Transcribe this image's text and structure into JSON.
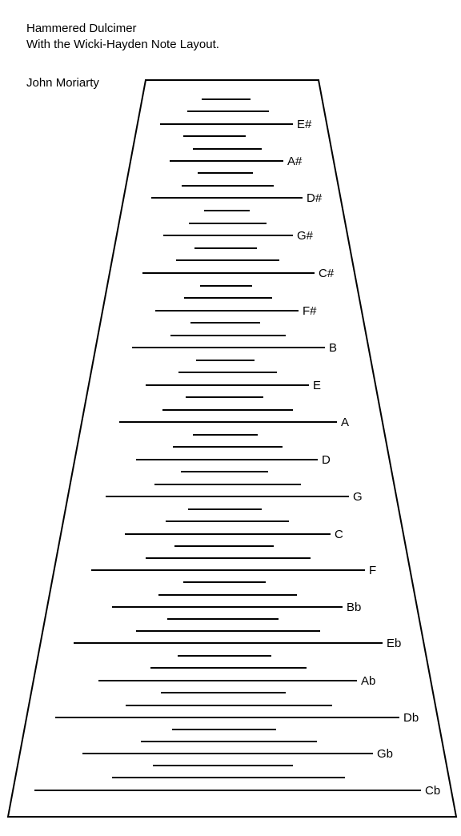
{
  "header": {
    "title": "Hammered Dulcimer",
    "subtitle": "With the Wicki-Hayden Note Layout.",
    "author": "John Moriarty"
  },
  "colors": {
    "line": "#000000",
    "background": "#ffffff"
  },
  "courses": [
    {
      "label": ""
    },
    {
      "label": ""
    },
    {
      "label": "E#"
    },
    {
      "label": ""
    },
    {
      "label": ""
    },
    {
      "label": "A#"
    },
    {
      "label": ""
    },
    {
      "label": ""
    },
    {
      "label": "D#"
    },
    {
      "label": ""
    },
    {
      "label": ""
    },
    {
      "label": "G#"
    },
    {
      "label": ""
    },
    {
      "label": ""
    },
    {
      "label": "C#"
    },
    {
      "label": ""
    },
    {
      "label": ""
    },
    {
      "label": "F#"
    },
    {
      "label": ""
    },
    {
      "label": ""
    },
    {
      "label": "B"
    },
    {
      "label": ""
    },
    {
      "label": ""
    },
    {
      "label": "E"
    },
    {
      "label": ""
    },
    {
      "label": ""
    },
    {
      "label": "A"
    },
    {
      "label": ""
    },
    {
      "label": ""
    },
    {
      "label": "D"
    },
    {
      "label": ""
    },
    {
      "label": ""
    },
    {
      "label": "G"
    },
    {
      "label": ""
    },
    {
      "label": ""
    },
    {
      "label": "C"
    },
    {
      "label": ""
    },
    {
      "label": ""
    },
    {
      "label": "F"
    },
    {
      "label": ""
    },
    {
      "label": ""
    },
    {
      "label": "Bb"
    },
    {
      "label": ""
    },
    {
      "label": ""
    },
    {
      "label": "Eb"
    },
    {
      "label": ""
    },
    {
      "label": ""
    },
    {
      "label": "Ab"
    },
    {
      "label": ""
    },
    {
      "label": ""
    },
    {
      "label": "Db"
    },
    {
      "label": ""
    },
    {
      "label": ""
    },
    {
      "label": "Gb"
    },
    {
      "label": ""
    },
    {
      "label": ""
    },
    {
      "label": "Cb"
    }
  ]
}
